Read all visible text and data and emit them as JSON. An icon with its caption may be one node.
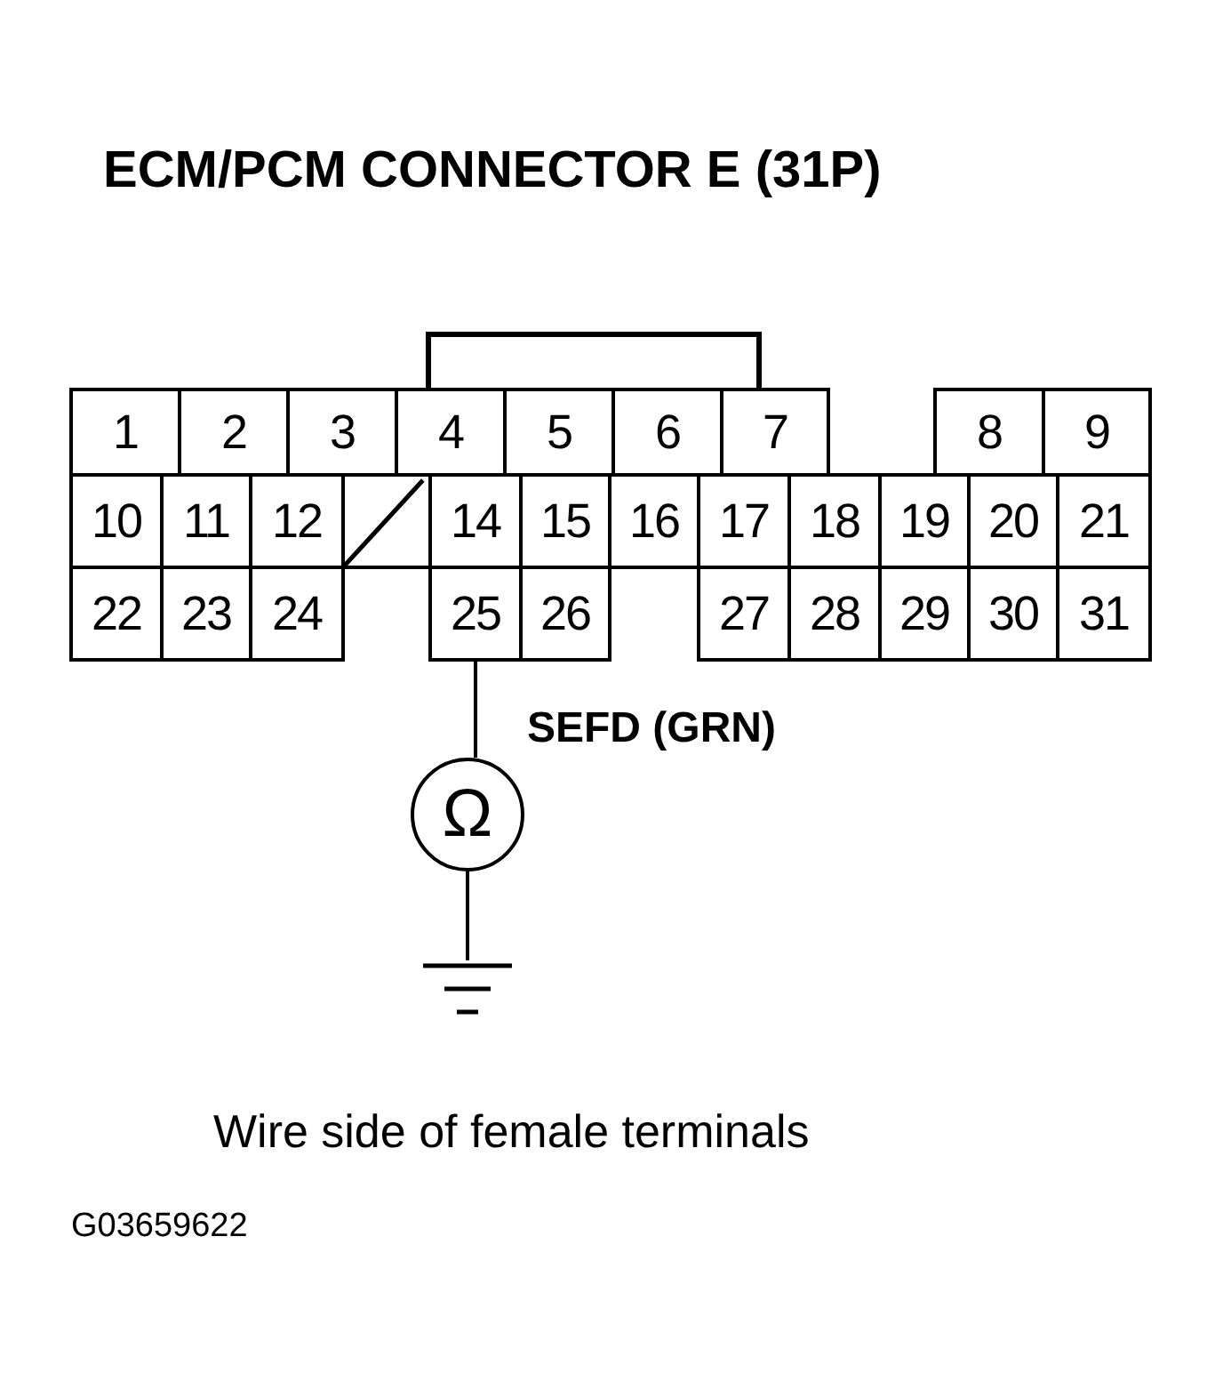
{
  "diagram": {
    "title": "ECM/PCM CONNECTOR E (31P)",
    "caption": "Wire side of female terminals",
    "nodes": [
      {
        "text": [
          "1"
        ]
      },
      {
        "text": [
          "2"
        ]
      },
      {
        "text": [
          "3"
        ]
      },
      {
        "text": [
          "4"
        ]
      },
      {
        "text": [
          "5"
        ]
      },
      {
        "text": [
          "6"
        ]
      },
      {
        "text": [
          "7"
        ]
      },
      {
        "text": [
          "8"
        ]
      },
      {
        "text": [
          "9"
        ]
      },
      {
        "text": [
          "10"
        ]
      },
      {
        "text": [
          "11"
        ]
      },
      {
        "text": [
          "12"
        ]
      },
      {
        "text": [],
        "shape": "box"
      },
      {
        "text": [
          "14"
        ]
      },
      {
        "text": [
          "15"
        ]
      },
      {
        "text": [
          "16"
        ]
      },
      {
        "text": [
          "17"
        ]
      },
      {
        "text": [
          "18"
        ]
      },
      {
        "text": [
          "19"
        ]
      },
      {
        "text": [
          "20"
        ]
      },
      {
        "text": [
          "21"
        ]
      },
      {
        "text": [
          "22"
        ]
      },
      {
        "text": [
          "23"
        ]
      },
      {
        "text": [
          "24"
        ]
      },
      {
        "text": [
          "25"
        ]
      },
      {
        "text": [
          "26"
        ]
      },
      {
        "text": [
          "27"
        ]
      },
      {
        "text": [
          "28"
        ]
      },
      {
        "text": [
          "29"
        ]
      },
      {
        "text": [
          "30"
        ]
      },
      {
        "text": [
          "31"
        ]
      },
      {
        "text": [
          "Ω"
        ]
      },
      {
        "text": [],
        "shape": "ground"
      }
    ],
    "edges": [
      {
        "from": 24,
        "to": 31,
        "arrow": "none",
        "label": "SEFD (GRN)"
      },
      {
        "from": 31,
        "to": 32,
        "arrow": "none"
      }
    ],
    "labels": [
      "G03659622"
    ]
  }
}
